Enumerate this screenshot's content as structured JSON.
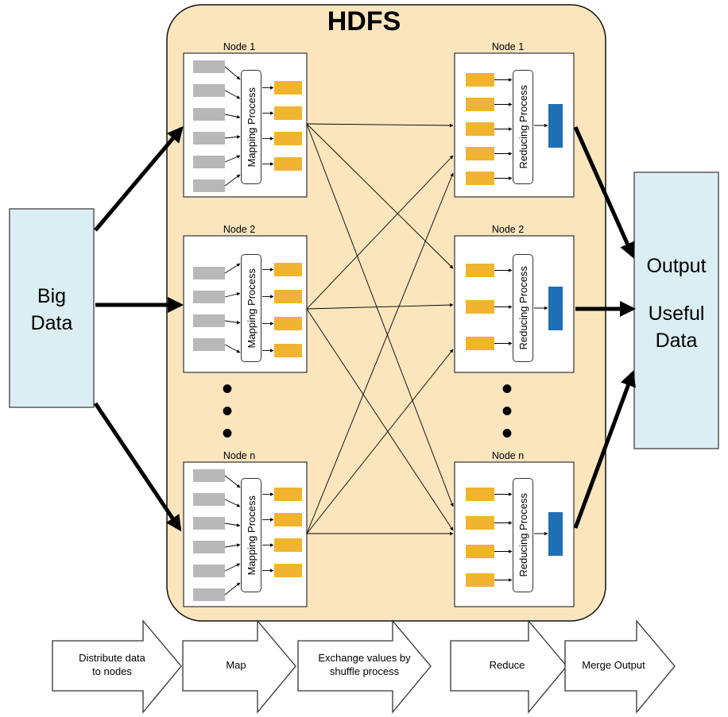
{
  "title": "HDFS",
  "input": {
    "line1": "Big",
    "line2": "Data"
  },
  "output": {
    "line1": "Output",
    "line2": "Useful",
    "line3": "Data"
  },
  "map_nodes": [
    {
      "label": "Node 1",
      "process": "Mapping Process",
      "inputs": 6,
      "outputs": 4
    },
    {
      "label": "Node 2",
      "process": "Mapping Process",
      "inputs": 4,
      "outputs": 4
    },
    {
      "label": "Node n",
      "process": "Mapping Process",
      "inputs": 6,
      "outputs": 4
    }
  ],
  "reduce_nodes": [
    {
      "label": "Node 1",
      "process": "Reducing Process",
      "inputs": 5
    },
    {
      "label": "Node 2",
      "process": "Reducing Process",
      "inputs": 3
    },
    {
      "label": "Node n",
      "process": "Reducing Process",
      "inputs": 4
    }
  ],
  "steps": [
    {
      "line1": "Distribute data",
      "line2": "to nodes"
    },
    {
      "line1": "Map",
      "line2": ""
    },
    {
      "line1": "Exchange values by",
      "line2": "shuffle process"
    },
    {
      "line1": "Reduce",
      "line2": ""
    },
    {
      "line1": "Merge Output",
      "line2": ""
    }
  ],
  "colors": {
    "hdfs_bg": "#FAE5BD",
    "io_box": "#DAEEF3",
    "gray_block": "#B8B8B8",
    "orange_block": "#F0B431",
    "blue_block": "#1F6FB5"
  }
}
